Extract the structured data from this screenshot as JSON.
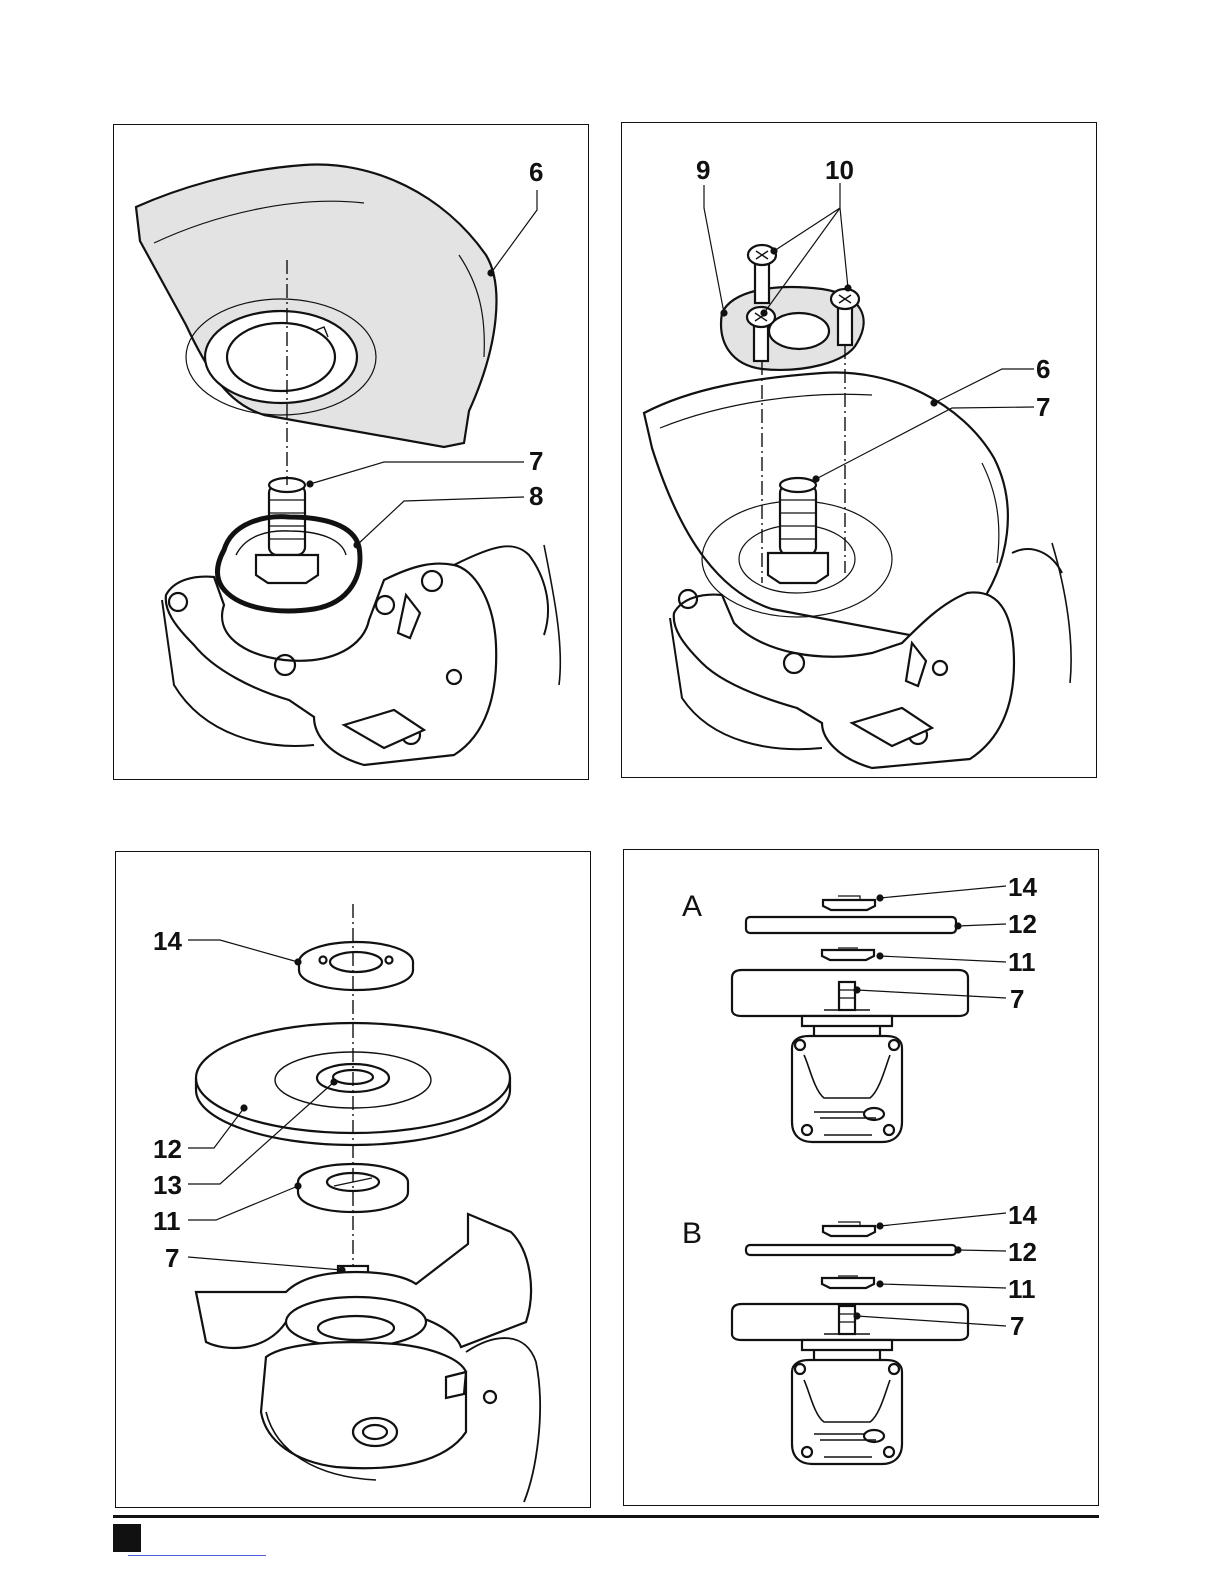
{
  "panels": [
    {
      "id": "guard-mount",
      "labels": [
        "6",
        "7",
        "8"
      ]
    },
    {
      "id": "guard-screws",
      "labels": [
        "9",
        "10",
        "6",
        "7"
      ]
    },
    {
      "id": "disc-assembly",
      "labels": [
        "14",
        "12",
        "13",
        "11",
        "7"
      ]
    },
    {
      "id": "disc-variants",
      "variant_a": {
        "letter": "A",
        "labels": [
          "14",
          "12",
          "11",
          "7"
        ]
      },
      "variant_b": {
        "letter": "B",
        "labels": [
          "14",
          "12",
          "11",
          "7"
        ]
      }
    }
  ],
  "colors": {
    "line": "#111111",
    "guard_fill": "#e3e3e3",
    "link": "#4a5bd8"
  }
}
